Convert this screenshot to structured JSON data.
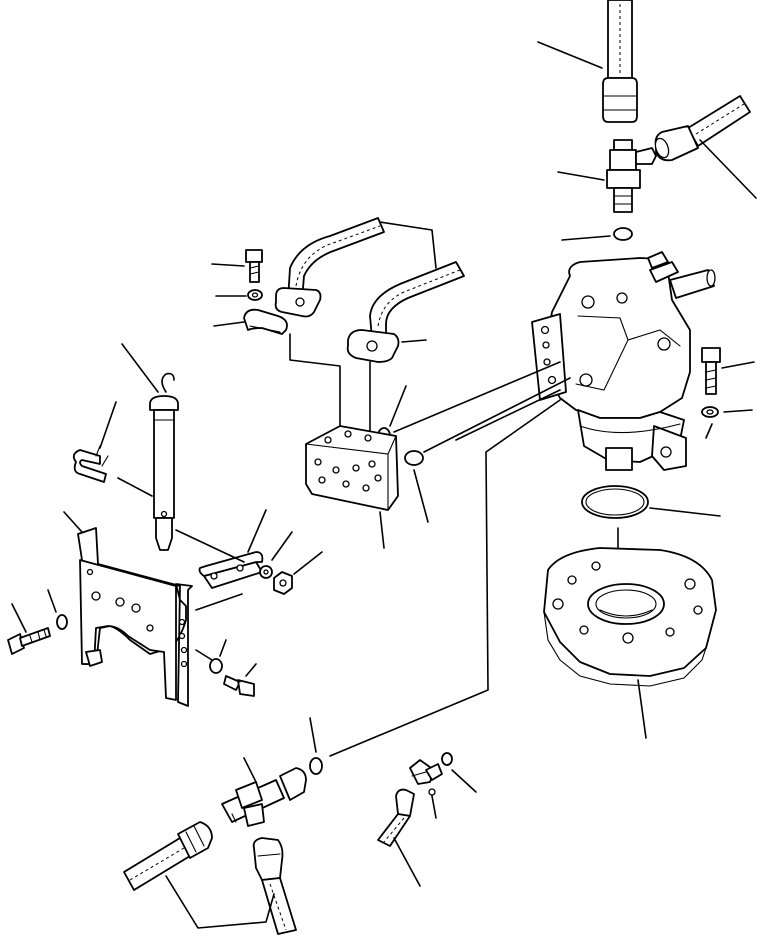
{
  "figure": {
    "kind": "exploded-parts-diagram",
    "background": "#ffffff",
    "line_color": "#000000"
  },
  "parts": [
    {
      "name": "hose-upper-right-vertical"
    },
    {
      "name": "hose-upper-right-angled"
    },
    {
      "name": "tee-fitting-top"
    },
    {
      "name": "o-ring-top"
    },
    {
      "name": "hydraulic-motor-valve"
    },
    {
      "name": "bolt-right"
    },
    {
      "name": "washer-right"
    },
    {
      "name": "o-ring-large"
    },
    {
      "name": "motor-housing-flange"
    },
    {
      "name": "hose-pair-middle"
    },
    {
      "name": "bolt-top-left"
    },
    {
      "name": "washer-top-left"
    },
    {
      "name": "split-flange"
    },
    {
      "name": "o-ring-flange"
    },
    {
      "name": "manifold-block"
    },
    {
      "name": "o-ring-block"
    },
    {
      "name": "gas-spring"
    },
    {
      "name": "u-bolt"
    },
    {
      "name": "mounting-bracket"
    },
    {
      "name": "bolt-left"
    },
    {
      "name": "washer-left"
    },
    {
      "name": "clamp-plate"
    },
    {
      "name": "lock-washer"
    },
    {
      "name": "nut"
    },
    {
      "name": "washer-bracket"
    },
    {
      "name": "bolt-bracket"
    },
    {
      "name": "tube-line-long"
    },
    {
      "name": "o-ring-lower"
    },
    {
      "name": "tee-fitting-lower"
    },
    {
      "name": "hose-pair-lower"
    },
    {
      "name": "o-ring-small-lower"
    },
    {
      "name": "elbow-fitting-lower"
    },
    {
      "name": "hose-lower-right"
    }
  ]
}
